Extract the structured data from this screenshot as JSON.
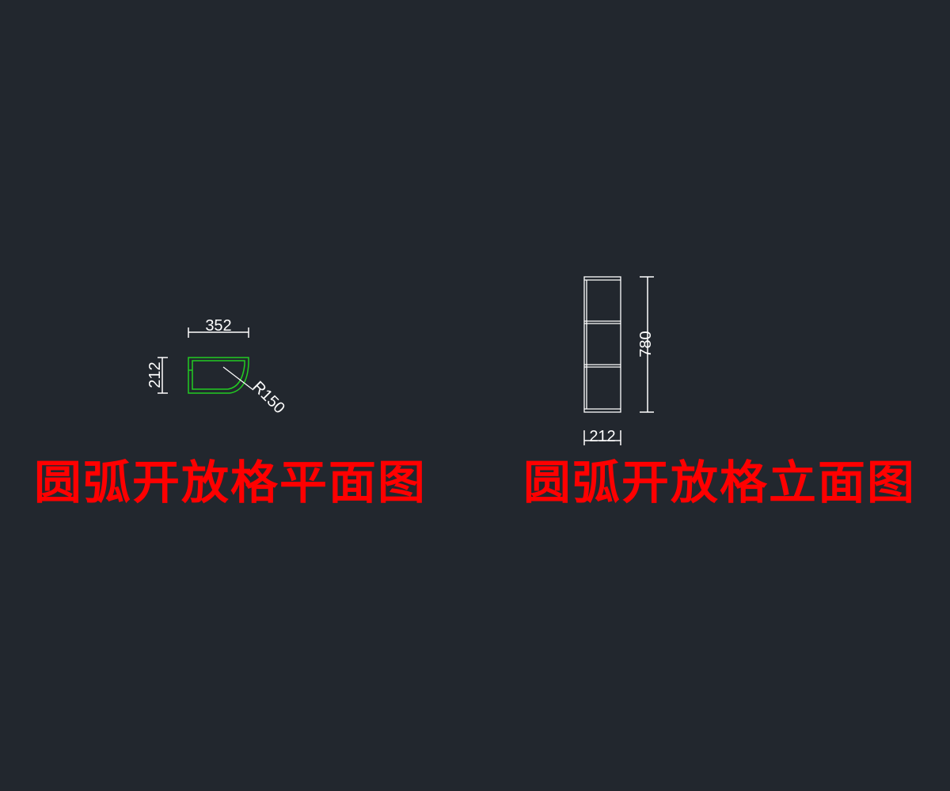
{
  "plan": {
    "title": "圆弧开放格平面图",
    "dim_width": "352",
    "dim_depth": "212",
    "dim_radius": "R150"
  },
  "elevation": {
    "title": "圆弧开放格立面图",
    "dim_height": "780",
    "dim_width": "212"
  },
  "colors": {
    "background": "#22272e",
    "plan_outline": "#22cc22",
    "dimension": "#ffffff",
    "title": "#ff0000"
  }
}
